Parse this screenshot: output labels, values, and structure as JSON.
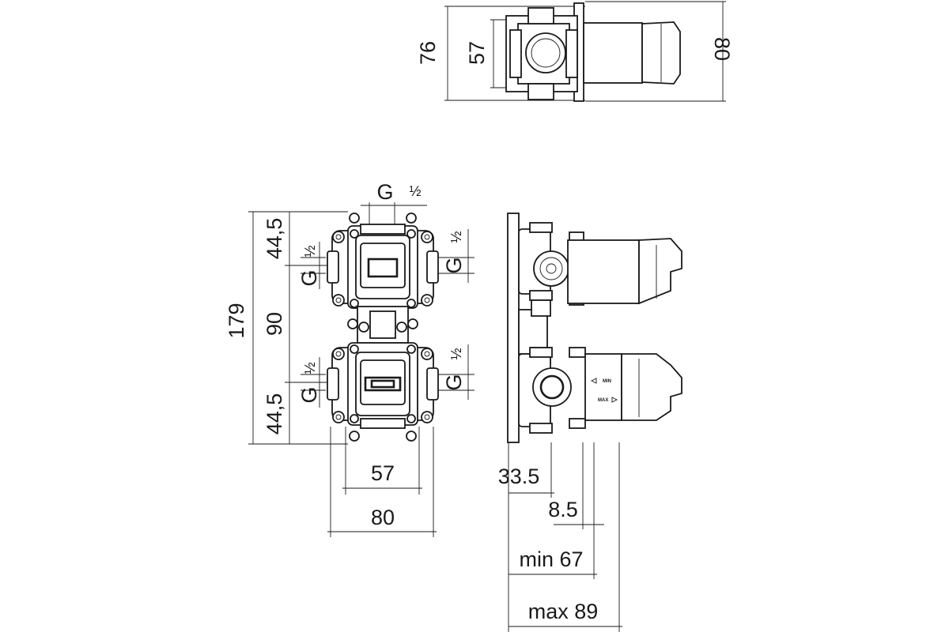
{
  "top_view": {
    "dims": {
      "height_total": "76",
      "height_inner": "57",
      "depth": "80"
    }
  },
  "front_view": {
    "dims": {
      "height_total": "179",
      "upper_spacing": "44,5",
      "center_spacing": "90",
      "lower_spacing": "44,5",
      "inner_width": "57",
      "outer_width": "80"
    },
    "thread_main": "G",
    "thread_size": "1/2",
    "thread_size_glyph": "½"
  },
  "side_view": {
    "dims": {
      "depth_a": "33.5",
      "depth_b": "8.5",
      "min_depth": "min 67",
      "max_depth": "max 89"
    },
    "dial_min": "MIN",
    "dial_max": "MAX"
  }
}
